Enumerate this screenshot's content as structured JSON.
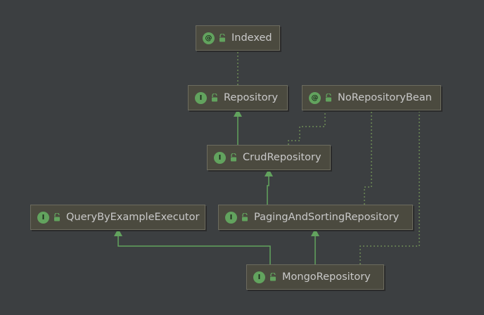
{
  "diagram": {
    "nodes": [
      {
        "id": "indexed",
        "kind": "annotation",
        "badge": "@",
        "label": "Indexed"
      },
      {
        "id": "repository",
        "kind": "interface",
        "badge": "I",
        "label": "Repository"
      },
      {
        "id": "no-repository-bean",
        "kind": "annotation",
        "badge": "@",
        "label": "NoRepositoryBean"
      },
      {
        "id": "crud-repository",
        "kind": "interface",
        "badge": "I",
        "label": "CrudRepository"
      },
      {
        "id": "query-by-example-executor",
        "kind": "interface",
        "badge": "I",
        "label": "QueryByExampleExecutor"
      },
      {
        "id": "paging-and-sorting-repository",
        "kind": "interface",
        "badge": "I",
        "label": "PagingAndSortingRepository"
      },
      {
        "id": "mongo-repository",
        "kind": "interface",
        "badge": "I",
        "label": "MongoRepository"
      }
    ],
    "edges": [
      {
        "from": "repository",
        "to": "indexed",
        "type": "annotated-by"
      },
      {
        "from": "crud-repository",
        "to": "repository",
        "type": "extends"
      },
      {
        "from": "paging-and-sorting-repository",
        "to": "crud-repository",
        "type": "extends"
      },
      {
        "from": "mongo-repository",
        "to": "paging-and-sorting-repository",
        "type": "extends"
      },
      {
        "from": "mongo-repository",
        "to": "query-by-example-executor",
        "type": "extends"
      },
      {
        "from": "crud-repository",
        "to": "no-repository-bean",
        "type": "annotated-by"
      },
      {
        "from": "paging-and-sorting-repository",
        "to": "no-repository-bean",
        "type": "annotated-by"
      },
      {
        "from": "mongo-repository",
        "to": "no-repository-bean",
        "type": "annotated-by"
      }
    ],
    "colors": {
      "background": "#3c3f41",
      "node_fill": "#4b4a3f",
      "node_border": "#6c6b5e",
      "badge": "#62a35e",
      "extends_edge": "#62a35e",
      "annotation_edge": "#6d8a55",
      "text": "#c9c9c9"
    }
  }
}
